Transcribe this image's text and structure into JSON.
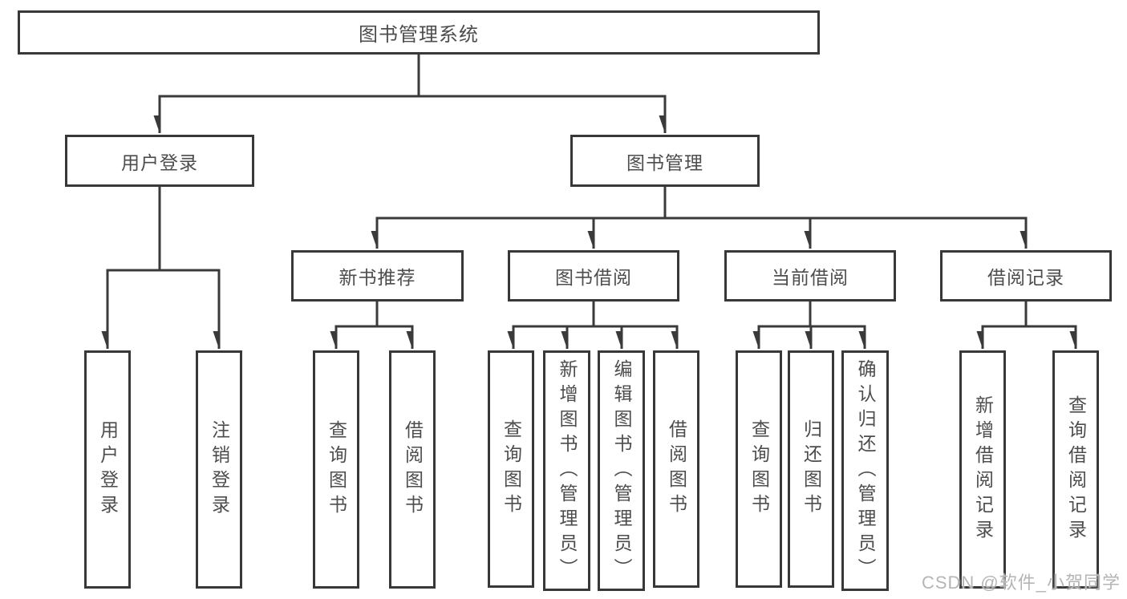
{
  "colors": {
    "background": "#ffffff",
    "line": "#3a3a3a",
    "box_border": "#383838",
    "text": "#4d4d4d",
    "watermark": "#b5b5b5"
  },
  "tree": {
    "label": "图书管理系统",
    "children": [
      {
        "label": "用户登录",
        "children": [
          {
            "label": "用户登录"
          },
          {
            "label": "注销登录"
          }
        ]
      },
      {
        "label": "图书管理",
        "children": [
          {
            "label": "新书推荐",
            "children": [
              {
                "label": "查询图书"
              },
              {
                "label": "借阅图书"
              }
            ]
          },
          {
            "label": "图书借阅",
            "children": [
              {
                "label": "查询图书"
              },
              {
                "label": "新增图书（管理员）"
              },
              {
                "label": "编辑图书（管理员）"
              },
              {
                "label": "借阅图书"
              }
            ]
          },
          {
            "label": "当前借阅",
            "children": [
              {
                "label": "查询图书"
              },
              {
                "label": "归还图书"
              },
              {
                "label": "确认归还（管理员）"
              }
            ]
          },
          {
            "label": "借阅记录",
            "children": [
              {
                "label": "新增借阅记录"
              },
              {
                "label": "查询借阅记录"
              }
            ]
          }
        ]
      }
    ]
  },
  "watermark": {
    "text": "CSDN @软件_小贺同学"
  }
}
